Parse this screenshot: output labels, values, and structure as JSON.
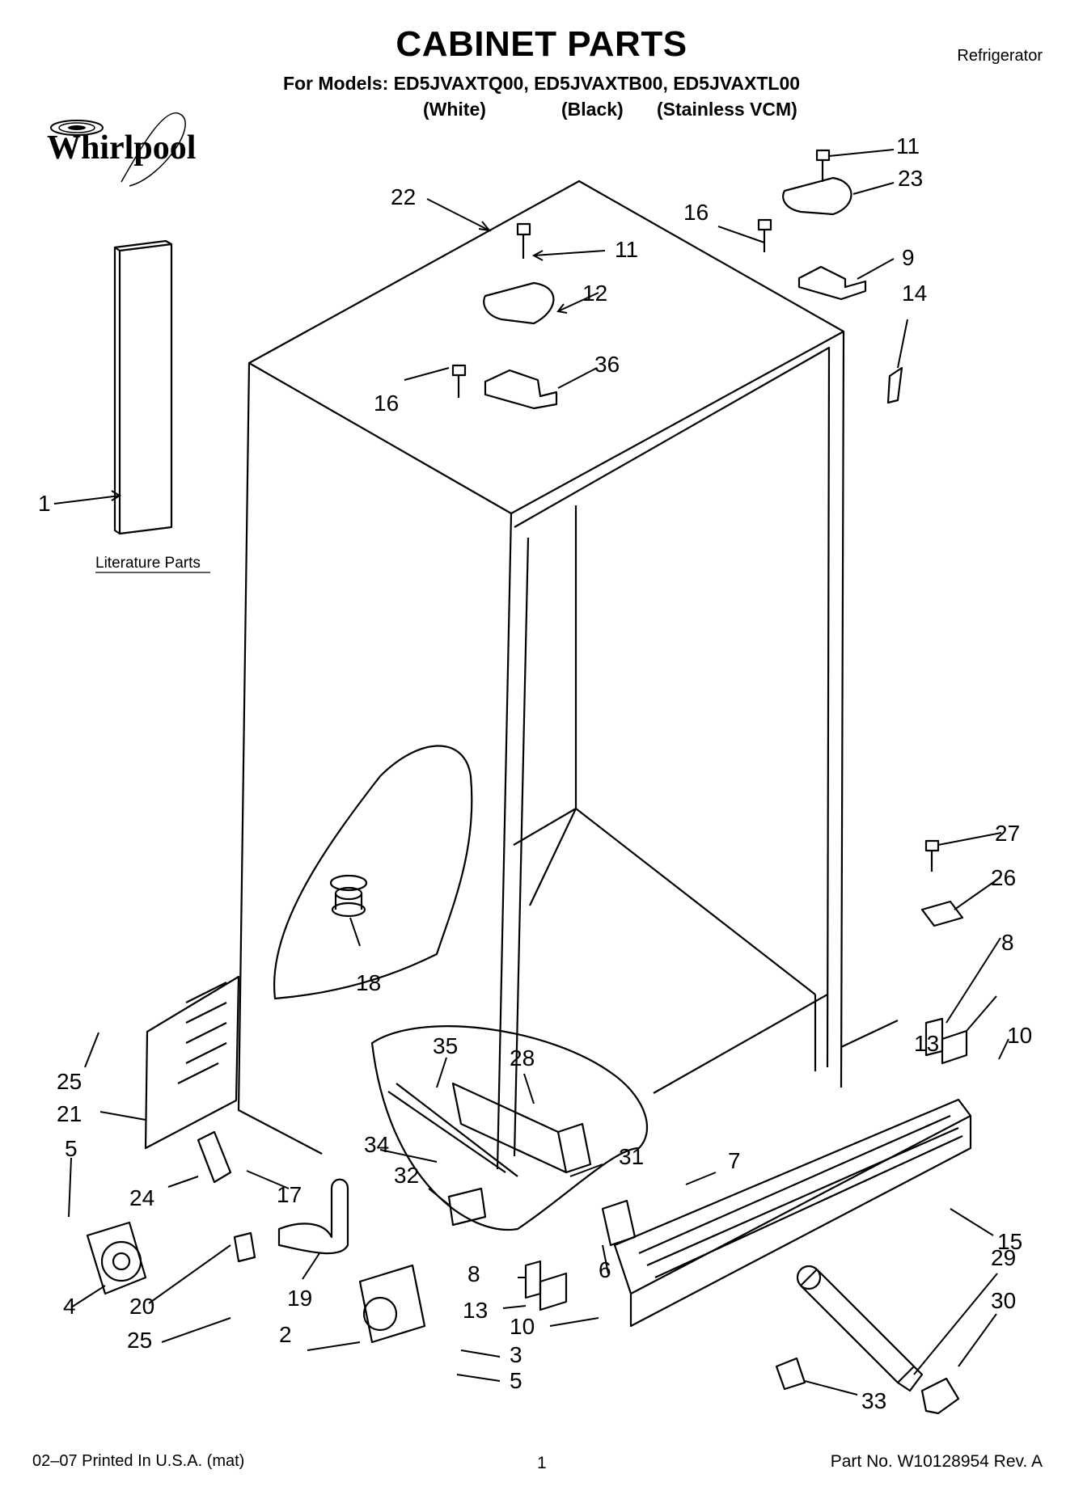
{
  "header": {
    "title": "CABINET PARTS",
    "appliance": "Refrigerator",
    "models": "For Models: ED5JVAXTQ00, ED5JVAXTB00, ED5JVAXTL00",
    "variants": [
      "(White)",
      "(Black)",
      "(Stainless VCM)"
    ]
  },
  "brand": {
    "logo_text": "Whirlpool"
  },
  "literature_label": "Literature Parts",
  "callouts": [
    "1",
    "2",
    "3",
    "4",
    "5",
    "5",
    "6",
    "7",
    "8",
    "8",
    "9",
    "10",
    "10",
    "11",
    "11",
    "12",
    "13",
    "13",
    "14",
    "15",
    "16",
    "16",
    "17",
    "18",
    "19",
    "20",
    "21",
    "22",
    "23",
    "24",
    "25",
    "25",
    "26",
    "27",
    "28",
    "29",
    "30",
    "31",
    "32",
    "33",
    "34",
    "35",
    "36"
  ],
  "footer": {
    "print_info": "02–07 Printed In U.S.A. (mat)",
    "page": "1",
    "part_number": "Part No. W10128954 Rev. A"
  }
}
